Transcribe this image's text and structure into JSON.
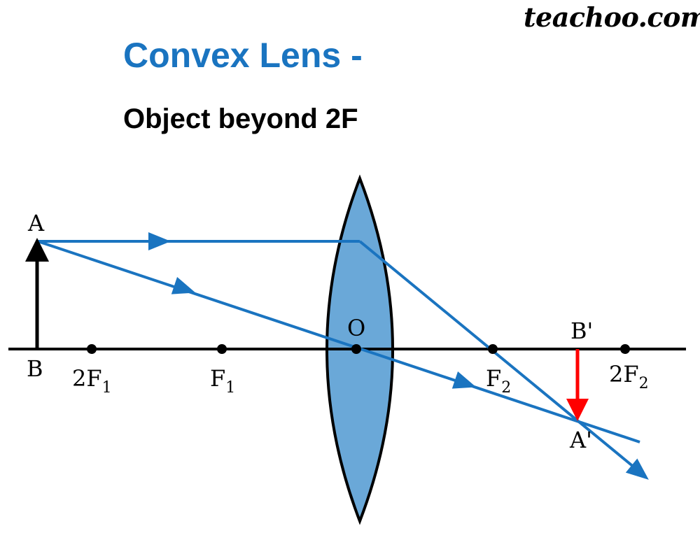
{
  "brand": "teachoo.com",
  "title": "Convex Lens -",
  "subtitle": "Object beyond 2F",
  "labels": {
    "A": "A",
    "B": "B",
    "O": "O",
    "two_f1_main": "2F",
    "two_f1_sub": "1",
    "f1_main": "F",
    "f1_sub": "1",
    "f2_main": "F",
    "f2_sub": "2",
    "two_f2_main": "2F",
    "two_f2_sub": "2",
    "B_prime": "B'",
    "A_prime": "A'"
  },
  "colors": {
    "ray": "#1a74c0",
    "lens_fill": "#6aa8d8",
    "image": "#ff0000",
    "object": "#000000",
    "title": "#1a74c0"
  }
}
